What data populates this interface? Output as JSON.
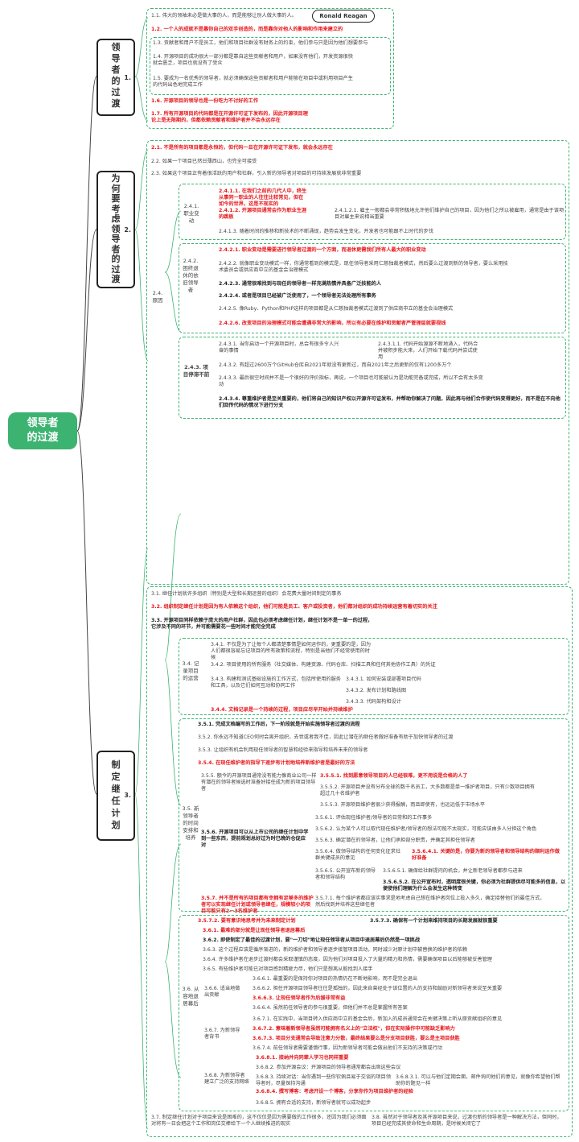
{
  "root": {
    "title_line1": "领导者",
    "title_line2": "的过渡"
  },
  "sections": {
    "s1": {
      "chars": [
        "领",
        "导",
        "者",
        "的",
        "过",
        "渡"
      ],
      "num": "1."
    },
    "s2": {
      "chars": [
        "为",
        "何",
        "要",
        "考",
        "虑",
        "领",
        "导",
        "者",
        "的",
        "过",
        "渡"
      ],
      "num": "2."
    },
    "s3": {
      "chars": [
        "制",
        "定",
        "继",
        "任",
        "计",
        "划"
      ],
      "num": "3."
    }
  },
  "s1": {
    "i1": "1.1. 伟大的领袖未必是做大事的人，而是能够让别人做大事的人。",
    "callout": "Ronald Reagan",
    "i2": "1.2. 一个人的成就不是靠你自己的双手创造的，而是靠你对他人的影响和作用来建立的",
    "i3": "1.3. 贡献者和用户不是员工，他们和项目社群没有财务上的约束，他们参与只是因为他们想要参与",
    "i4": "1.4. 开源项目的成功很大一部分都是靠自这些贡献者和用户，如果没有他们，开发资源很快就会匮乏，项目也就没有了受众",
    "i5": "1.5. 要成为一名优秀的领导者，就必须确保这些贡献者和用户能够在项目中或利用项目产生的代码出色地完成工作",
    "i6": "1.6. 开源项目的领导也是一份吃力不讨好的工作",
    "i7": "1.7. 所有开源项目的代码都是在开源许可证下发布的，因此开源项目理论上是无限期的，但都依赖贡献者和维护者并不会永远存在"
  },
  "s2": {
    "i1": "2.1. 不是所有的项目都是永恒的，但代码一旦在开源许可证下发布，就会永远存在",
    "i2": "2.2. 如果一个项目已然日薄西山，也完全可接受",
    "i3": "2.3. 如果这个项目正有着很活跃的用户和社群，引入新的领导者对项目的可持续发展就非常重要",
    "i4": "2.4. 原因",
    "i41": "2.4.1. 职业变动",
    "i411": "2.4.1.1. 在我们之前的几代人中，终生从事同一职业的人往往比较常见，但在如今的世界，这是不现实的",
    "i412": "2.4.1.2. 开源项目通常会作为职业生涯的跳板",
    "i4121": "2.4.1.2.1. 雇主一般都会非常积极地允许他们维护自己的项目，因为他们之所以被雇用，通常是由于该项目对雇主来说相当重要",
    "i413": "2.4.1.3. 随着时间的推移和新技术的不断涌现，趋势会发生变化，开发者也可能跟不上时代的步伐",
    "i42": "2.4.2. 困终退休的依旧领导者",
    "i421": "2.4.2.1. 职业变动是需要进行领导者过渡的一个方面，而退休更需我们所有人最大的职业变动",
    "i422": "2.4.2.2. 就像职业变动模式一样，你通常看到的模式是，现任领导者采用仁慈独裁者模式，然后要么过渡到新的领导者，要么采用技术委员会或供应商中立的基金会治理模式",
    "i423": "2.4.2.3. 通常很难找到与现任的领导者一样充满热情并具备广泛技能的人",
    "i424": "2.4.2.4. 或者是项目已经被广泛使用了，一个领导者无法处理所有事务",
    "i425": "2.4.2.5. 像Ruby、Python和PHP这样的项目都是从仁慈独裁者模式过渡到了供应商中立的基金会治理模式",
    "i426": "2.4.2.6. 改变项目的治理模式可能会遭遇非常大的影响，所以有必要在维护和贡献者严管理层就要视线",
    "i43": "2.4.3. 项目停滞不前",
    "i431": "2.4.3.1. 当你启动一个开源项目时，总会有很多令人兴奋的事情",
    "i4311": "2.4.3.1.1. 代码开始源源不断地涌入，代码合并被积步能大来，人们开始下载代码并尝试使用",
    "i432": "2.4.3.2. 有超过2600万个GitHub仓库自2021年就没有更新过，而自2021年之后更新的仅有1200多万个",
    "i433": "2.4.3.3. 最后很空时间并不是一个很好的评价指标，再说，一个项目也可能被认为是功能完备或完成，所以不会有太多变动",
    "i434": "2.4.3.4. 尊重维护者是至关重要的，他们将自己的知识产权以开源许可证发布，并帮助你解决了问题，因此再与他们合作使代码变得更好，而不是在不向他们回传代码的情况下进行分支"
  },
  "s3": {
    "i1": "3.1. 继任计划就许多组织（特别是大型和长期运营的组织）会花费大量时间制定的事务",
    "i2": "3.2. 组织制定继任计划是因为有人依赖这个组织，他们可能是员工、客户或投资者，他们都对组织的成功持续运营有着切实的关注",
    "i3": "3.3. 开源项目同样依赖于庞大的用户社群，因此也必须考虑继任计划，继任计划不是一单一的过程，它涉及不同的环节，并可能需要花一些时间才能完全完成",
    "i34": "3.4. 记录项目的运营",
    "i341": "3.4.1. 不仅是为了让每个人都清楚事情是如何运作的，更重要的是，因为人们都很容易忘记项目的所有政策和流程，特别是当他们不经常使用的时候",
    "i342": "3.4.2. 项目使用的所有服务（社交媒体、构建资源、代码仓库、扫描工具和任何其他协作工具）的凭证",
    "i343": "3.4.3. 构建和测试基础设施的工作方式，包括所使用的服务和工具，以及它们如何互动和协同工作",
    "i3431": "3.4.3.1. 如何安装或部署项目代码",
    "i3432": "3.4.3.2. 发布计划和路线图",
    "i3433": "3.4.3.3. 代码架构和设计",
    "i344": "3.4.4. 文档记录是一个持续的过程，项目应尽早开始并持续维护",
    "i35": "3.5. 新领导者的时间安排和培养",
    "i351": "3.5.1. 完成文档编写的工作后，下一阶段就是开始实施领导者过渡的流程",
    "i352": "3.5.2. 你永远不知道CEO何时会离开组织，去世或者我不佳，因此让潜在的继任者做好准备有助于加快领导者的过渡",
    "i353": "3.5.3. 让组织有机会利用现任领导者的智慧和经验来指导和培养未来的领导者",
    "i354": "3.5.4. 在现任维护者的指导下逐步有计划地培养新维护者是最好的方法",
    "i355": "3.5.5. 额今的开源项目通常没有能力像商业公司一样有潜在的领导者候选时准备好接任成为新的项目领导者",
    "i3551": "3.5.5.1. 找到愿意领导项目的人已经很难，更不用说是合格的人了",
    "i3552": "3.5.5.2. 开源项目并没有分布全球的数千名员工，大多数都是单一维护者项目，只有少数项目拥有超过几十名维护者",
    "i3553": "3.5.5.3. 开源项目维护者很少获得报酬，而且即使有，也远远低于市场水平",
    "i356": "3.5.6. 开源项目可以从上市公司的继任计划中学到一些东西，提前规划总好过为时已晚的仓促应对",
    "i3561": "3.5.6.1. 评估现任维护者/领导者的日常和的工作事多",
    "i3562": "3.5.6.2. 认为某个人可以取代现任维护者/领导者的想法可能不太现实，可能应该由多人分担这个角色",
    "i3563": "3.5.6.3. 确定潜在的领导者，让他们承担部分职责，并确定其担任领导者",
    "i3564": "3.5.6.4. 做领导结构的任何变化征求社群关键成员的意见",
    "i35641": "3.5.6.4.1. 关键的是，你要为新的领导者和领导结构的顺利运作做好准备",
    "i3565": "3.5.6.5. 公开宣布新的领导者和领导结构",
    "i35651": "3.5.6.5.1. 确保给社群提问的机会，并让新老领导者都参与进来",
    "i35652": "3.5.6.5.2. 在公开宣布时，透明度很关键，你必须为社群提供尽可能多的信息，以便使他们理解为什么会发生这种转变",
    "i357": "3.5.7. 并不是所有的项目都有幸拥有足够多的维护者可以实现继任计划或领导者继任，规模较小的项目可能只有2－3名维护者",
    "i3571": "3.5.7.1. 每个维护者都应该实事求是地考虑自己想在维护者岗位上投入多久，确定接替他们的最佳方式，然后找到并培养这些继任者",
    "i3572": "3.5.7.2. 要有意识地思考并为未来制定计划",
    "i3573": "3.5.7.3. 确保有一个计划来维持项目的长期发展就很重要",
    "i36": "3.6. 从容地退居幕后",
    "i361": "3.6.1. 最难的部分就是让现任领导者退居幕后",
    "i362": "3.6.2. 即使制定了最佳的过渡计划，要\"一刀切\"地让现任领导者从项目中退居幕后仍然是一项挑战",
    "i363": "3.6.3. 这个过程应该是循序渐进的，新的维护者和领导者逐步接管项目活动，同时减少对原计划中被替换的维护者的依赖",
    "i364": "3.6.4. 许多维护者在退步过渡时都会采取谨慎的态度，因为他们对项目投入了大量的精力和热情，需要确保项目以后能够被妥善管理",
    "i365": "3.6.5. 有些维护者可能已对项目感到精疲力尽，他们只是想离从能找到人接手",
    "i366": "3.6.6. 适当地做出贡献",
    "i3661": "3.6.6.1. 最重要的是保持你对项目的热情仍在不断地影响，而不是完全退出",
    "i3662": "3.6.6.2. 担任开源项目领导者往往是孤独的，因此来自曾经处于该位置的人的支持和鼓励对新领导者来说至关重要",
    "i3663": "3.6.6.3. 让现任领导者作为后援非常有益",
    "i3664": "3.6.6.4. 虽然前任领导者的参与很重要，但他们并不总是掌握所有答案",
    "i367": "3.6.7. 为新领导者背书",
    "i3671": "3.6.7.1. 在实践中，当项目转入供应商中立的基金会后，新加入的成员通常会在关键决策上听从原贡献组织的意见",
    "i3672": "3.6.7.2. 意味着新领导者虽然可能拥有名义上的\"立法权\"，但在实际操作中可能缺乏影响力",
    "i3673": "3.6.7.3. 项目分支通常会导致注意力分散，最终结果要么是分支项目获胜，要么是主项目获胜",
    "i3674": "3.6.7.4. 前任领导者需要谨慎行事，因为新领导者可能会做出他们不支持的决策或行动",
    "i368": "3.6.8. 为新领导者建立广泛的支持网络",
    "i3681": "3.6.8.1. 接纳并向同辈人学习也同样重要",
    "i3682": "3.6.8.2. 参加开源会议：开源项目的领导者通常都会出席这些会议",
    "i3683": "3.6.8.3. 持续对话：当你遇到一些你钦佩且易于交谈的项目领导者时，尽量保持沟通",
    "i36831": "3.6.8.3.1. 可以与他们定期会面，邮件询问他们的意见，就像你希望他们帮助你的题见一样",
    "i3684": "3.6.8.4. 撰写博客：考虑开设一个博客，分享你作为项目维护者的经验",
    "i3685": "3.6.8.5. 拥有合适的支持，新领导者就可以成功起步",
    "i37": "3.7. 制定继任计划对于项目来说是困难的，这不仅仅是因为需要做的工作很多，还因为我们必须面对将有一日会把这个工作和岗位交棒给下一个人继续推进的现实",
    "i38": "3.8. 虽然对于领导者及其开源项目来说，过渡也新的领导者是一种解决方法，但同时，项目已经完成其使命和生命周期，是时候关闭它了"
  }
}
